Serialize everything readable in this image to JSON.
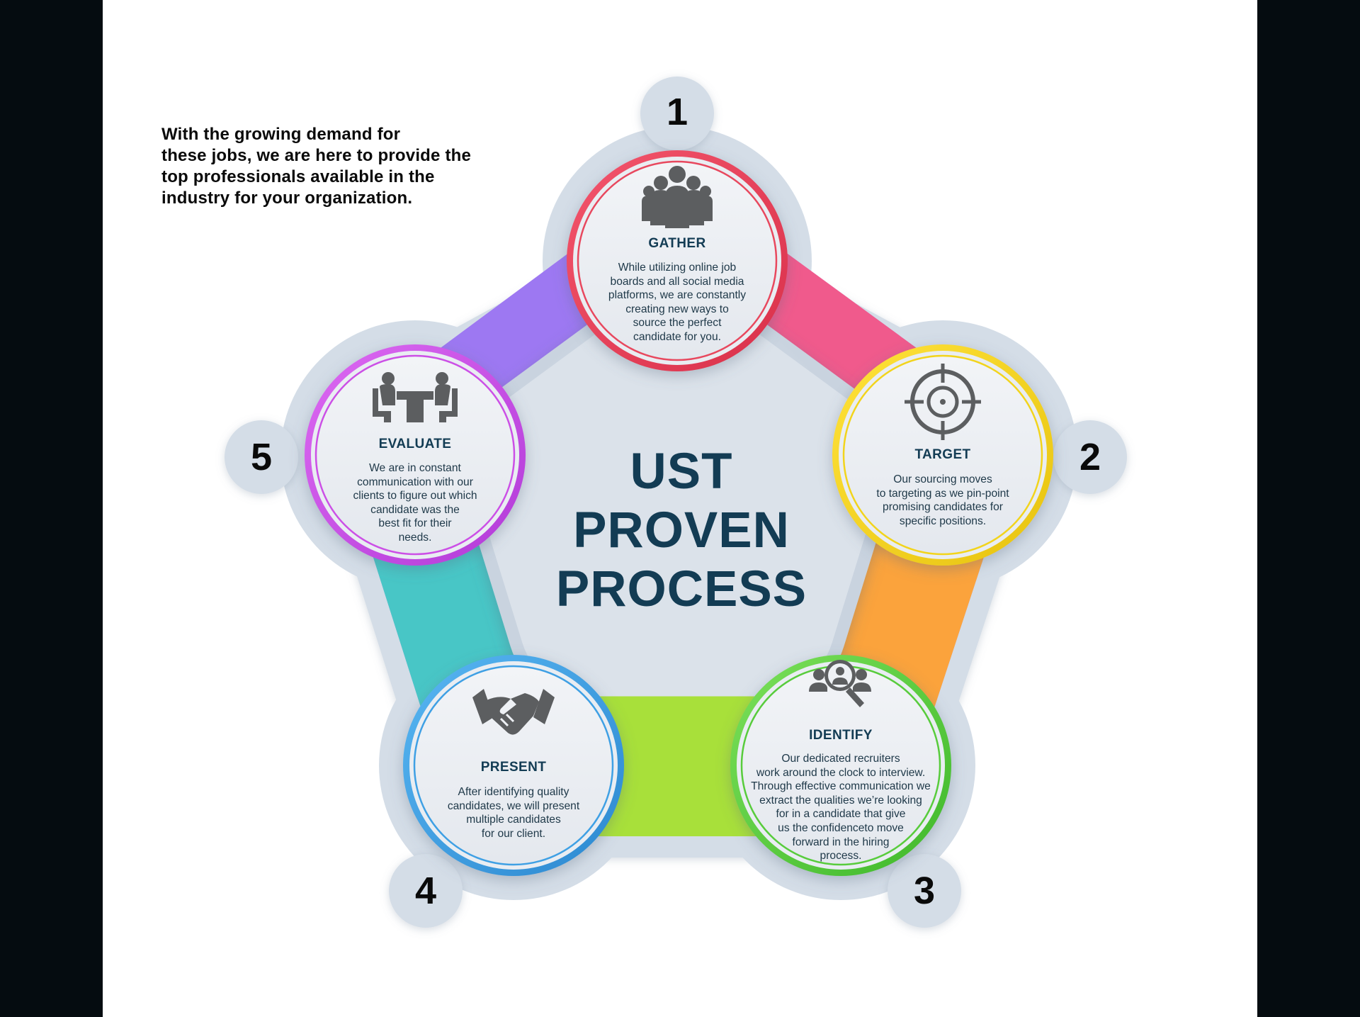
{
  "intro": {
    "lines": [
      "With the growing demand for",
      "these jobs, we are here to provide the",
      "top professionals available in the",
      "industry for your organization."
    ]
  },
  "center": {
    "lines": [
      "UST",
      "PROVEN",
      "PROCESS"
    ]
  },
  "colors": {
    "title": "#133c54",
    "gather": "#e8485e",
    "target": "#f2d41c",
    "identify": "#58cc3c",
    "present": "#3fa0e4",
    "evaluate": "#cc50e6"
  },
  "steps": [
    {
      "number": "1",
      "title": "GATHER",
      "icon": "group-icon",
      "desc": [
        "While utilizing online job",
        "boards and all social media",
        "platforms, we are constantly",
        "creating new ways to",
        "source the perfect",
        "candidate for you."
      ]
    },
    {
      "number": "2",
      "title": "TARGET",
      "icon": "crosshair-icon",
      "desc": [
        "Our sourcing moves",
        "to targeting as we pin-point",
        "promising candidates for",
        "specific positions."
      ]
    },
    {
      "number": "3",
      "title": "IDENTIFY",
      "icon": "magnifier-person-icon",
      "desc": [
        "Our dedicated recruiters",
        "work around the clock to interview.",
        "Through effective communication we",
        "extract the qualities we’re looking",
        "for in a candidate that give",
        "us the confidenceto move",
        "forward in the hiring",
        "process."
      ]
    },
    {
      "number": "4",
      "title": "PRESENT",
      "icon": "handshake-icon",
      "desc": [
        "After identifying quality",
        "candidates, we will present",
        "multiple candidates",
        "for our client."
      ]
    },
    {
      "number": "5",
      "title": "EVALUATE",
      "icon": "meeting-table-icon",
      "desc": [
        "We are in constant",
        "communication with our",
        "clients to figure out which",
        "candidate was the",
        "best fit for their",
        "needs."
      ]
    }
  ]
}
